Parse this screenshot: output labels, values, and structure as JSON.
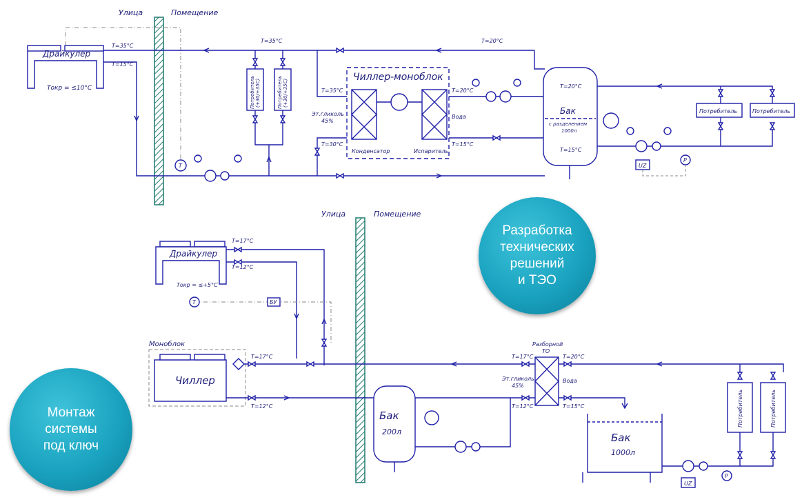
{
  "diagram1": {
    "outdoor": "Улица",
    "indoor": "Помещение",
    "drycooler": "Драйкулер",
    "t_amb": "Токр = ≤10°С",
    "t_out1": "Т=35°С",
    "t_out2": "Т=15°С",
    "t_top": "Т=35°С",
    "consumer": "Потребитель",
    "consumer_power": "(+30/+35С)",
    "chiller_title": "Чиллер-моноблок",
    "condenser": "Конденсатор",
    "evaporator": "Испаритель",
    "t_cond_in": "Т=35°С",
    "t_cond_out": "Т=30°С",
    "t_evap_in": "Т=20°С",
    "t_evap_out": "Т=15°С",
    "glycol": "Эт.гликоль",
    "glycol_pct": "45%",
    "water": "Вода",
    "t_return": "Т=20°С",
    "tank": "Бак",
    "tank_sep": "с разделением",
    "tank_vol": "1000л",
    "tank_t_top": "Т=20°С",
    "tank_t_bot": "Т=15°С",
    "consumer_r1": "Потребитель",
    "consumer_r2": "Потребитель",
    "uz": "UZ",
    "p": "P",
    "t_sensor": "T"
  },
  "diagram2": {
    "outdoor": "Улица",
    "indoor": "Помещение",
    "drycooler": "Драйкулер",
    "t1": "Т=17°С",
    "t2": "Т=12°С",
    "t_amb": "Токр = ≤+5°С",
    "bu": "БУ",
    "t_sensor": "T",
    "monoblock": "Моноблок",
    "chiller": "Чиллер",
    "t_ch_out": "Т=17°С",
    "t_ch_in": "Т=12°С",
    "tank_small": "Бак",
    "tank_small_vol": "200л",
    "hx_title": "Разборной",
    "hx_sub": "ТО",
    "hx_t_in": "Т=17°С",
    "hx_t_out": "Т=12°С",
    "hx_w_in": "Т=20°С",
    "hx_w_out": "Т=15°С",
    "glycol": "Эт.гликоль",
    "glycol_pct": "45%",
    "water": "Вода",
    "tank_big": "Бак",
    "tank_big_vol": "1000л",
    "consumer1": "Потребитель",
    "consumer2": "Потребитель",
    "uz": "UZ",
    "p": "P"
  },
  "badges": {
    "design": [
      "Разработка",
      "технических",
      "решений",
      "и ТЭО"
    ],
    "install": [
      "Монтаж",
      "системы",
      "под ключ"
    ]
  },
  "colors": {
    "pipe": "#1f1fa8",
    "wall": "#1f7a6e",
    "badge": "#1aa3c0"
  }
}
